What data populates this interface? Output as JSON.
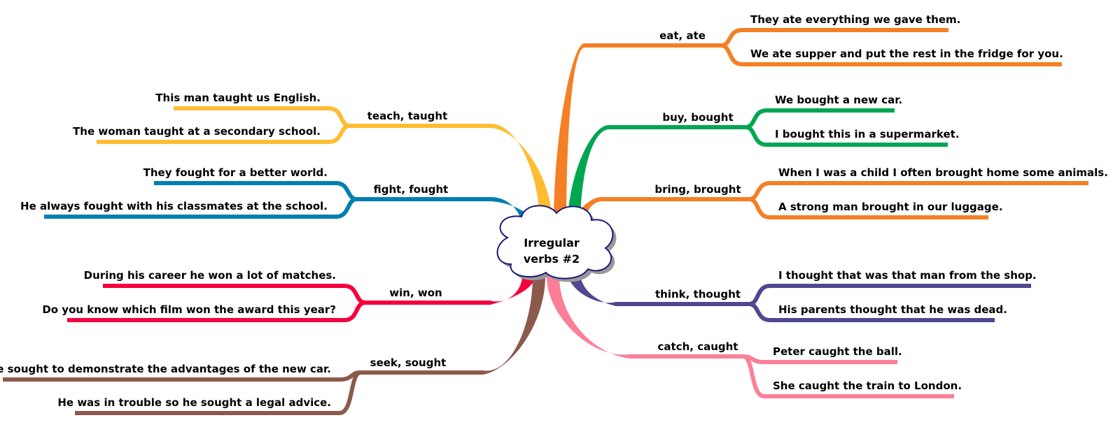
{
  "center": {
    "line1": "Irregular",
    "line2": "verbs #2"
  },
  "branches": [
    {
      "label": "eat, ate",
      "color": "#f47f24",
      "sentences": [
        "They ate everything we gave them.",
        "We ate supper and put the rest in the fridge for you."
      ]
    },
    {
      "label": "buy, bought",
      "color": "#00a650",
      "sentences": [
        "We bought a new car.",
        "I bought this in a supermarket."
      ]
    },
    {
      "label": "bring, brought",
      "color": "#f47f24",
      "sentences": [
        "When I was a child I often brought home some animals.",
        "A strong man brought in our luggage."
      ]
    },
    {
      "label": "think, thought",
      "color": "#4f4890",
      "sentences": [
        "I thought that was that man from the shop.",
        "His parents thought that he was dead."
      ]
    },
    {
      "label": "catch, caught",
      "color": "#fb7f97",
      "sentences": [
        "Peter caught the ball.",
        "She caught the train to London."
      ]
    },
    {
      "label": "teach, taught",
      "color": "#fdbd33",
      "sentences": [
        "This man taught us English.",
        "The woman taught at a secondary school."
      ]
    },
    {
      "label": "fight, fought",
      "color": "#0080b0",
      "sentences": [
        "They fought for a better world.",
        "He always fought with his classmates at the school."
      ]
    },
    {
      "label": "win, won",
      "color": "#f5003d",
      "sentences": [
        "During his career he won a lot of matches.",
        "Do you know which film won the award this year?"
      ]
    },
    {
      "label": "seek, sought",
      "color": "#8b5a4c",
      "sentences": [
        "She sought to demonstrate the advantages of the new car.",
        "He was in trouble so he sought a legal advice."
      ]
    }
  ]
}
